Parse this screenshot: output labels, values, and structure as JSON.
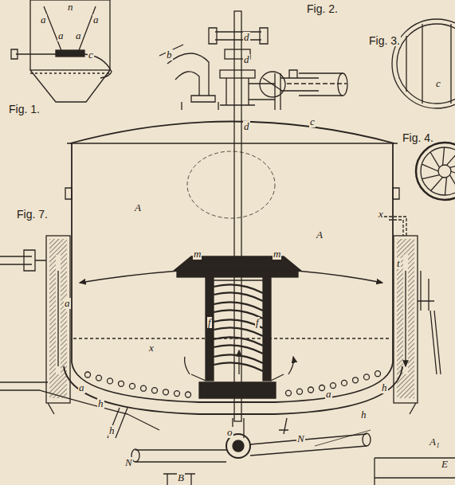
{
  "diagram": {
    "labels": [
      "n",
      "a",
      "a",
      "a",
      "a",
      "c",
      "Fig. 1.",
      "Fig. 2.",
      "Fig. 3.",
      "c",
      "Fig. 4.",
      "b",
      "d",
      "d",
      "c",
      "d",
      "A",
      "A",
      "Fig. 7.",
      "x",
      "m",
      "m",
      "f",
      "f",
      "a",
      "a",
      "a",
      "x",
      "h",
      "h",
      "h",
      "h",
      "o",
      "N",
      "N",
      "B",
      "A₁",
      "E",
      "t"
    ]
  }
}
